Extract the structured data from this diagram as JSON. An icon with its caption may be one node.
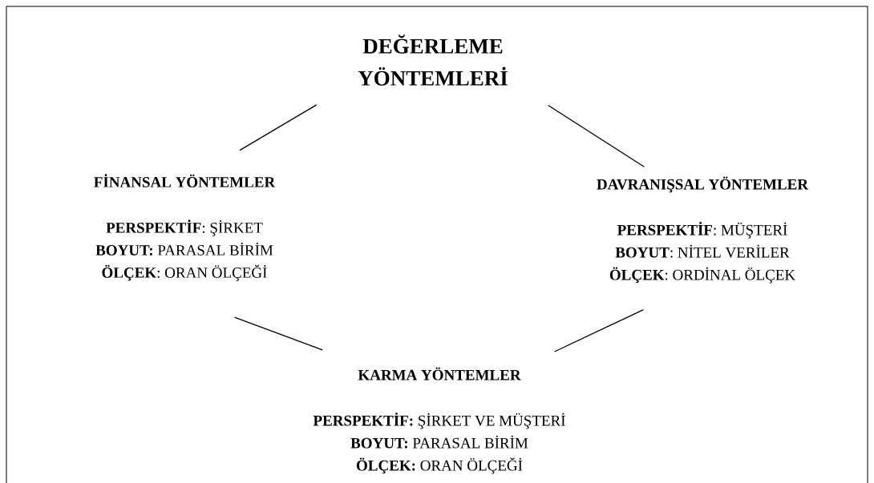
{
  "diagram": {
    "nodes": [
      {
        "text": [
          "DEĞERLEME YÖNTEMLERİ"
        ]
      },
      {
        "text": [
          "FİNANSAL YÖNTEMLER",
          "**PERSPEKTİF**: ŞİRKET",
          "**BOYUT:** PARASAL BİRİM",
          "**ÖLÇEK**: ORAN ÖLÇEĞİ"
        ]
      },
      {
        "text": [
          "DAVRANIŞSAL YÖNTEMLER",
          "**PERSPEKTİF**: MÜŞTERİ",
          "**BOYUT**: NİTEL VERİLER",
          "**ÖLÇEK**: ORDİNAL ÖLÇEK"
        ]
      },
      {
        "text": [
          "KARMA YÖNTEMLER",
          "**PERSPEKTİF:** ŞİRKET VE MÜŞTERİ",
          "**BOYUT:** PARASAL BİRİM",
          "**ÖLÇEK:** ORAN ÖLÇEĞİ"
        ]
      }
    ],
    "edges": [
      {
        "from": 0,
        "to": 1,
        "arrow": "none"
      },
      {
        "from": 0,
        "to": 2,
        "arrow": "none"
      },
      {
        "from": 1,
        "to": 3,
        "arrow": "none"
      },
      {
        "from": 2,
        "to": 3,
        "arrow": "none"
      }
    ]
  }
}
